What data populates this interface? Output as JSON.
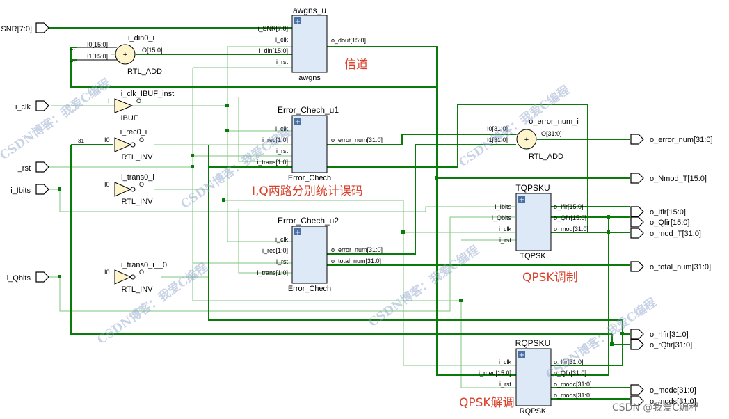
{
  "colors": {
    "wire": "#0a7a0a",
    "wire_thin": "#7cc47c",
    "block_fill": "#dde9f6",
    "annotation": "#d9412b"
  },
  "inputs": {
    "snr": "SNR[7:0]",
    "clk": "i_clk",
    "rst": "i_rst",
    "ibits": "i_Ibits",
    "qbits": "i_Qbits"
  },
  "outputs": {
    "error_num": "o_error_num[31:0]",
    "nmod": "o_Nmod_T[15:0]",
    "ifir": "o_Ifir[15:0]",
    "qfir": "o_Qfir[15:0]",
    "mod_t": "o_mod_T[31:0]",
    "total_num": "o_total_num[31:0]",
    "rifir": "o_rIfir[31:0]",
    "rqfir": "o_rQfir[31:0]",
    "modc": "o_modc[31:0]",
    "mods": "o_mods[31:0]"
  },
  "blocks": {
    "awgns": {
      "inst": "awgns_u",
      "type": "awgns",
      "pins_in": [
        "i_SNR[7:0]",
        "i_clk",
        "i_din[15:0]",
        "i_rst"
      ],
      "pins_out": [
        "o_dout[15:0]"
      ]
    },
    "err1": {
      "inst": "Error_Chech_u1",
      "type": "Error_Chech",
      "pins_in": [
        "i_clk",
        "i_rec[1:0]",
        "i_rst",
        "i_trans[1:0]"
      ],
      "pins_out": [
        "o_error_num[31:0]"
      ]
    },
    "err2": {
      "inst": "Error_Chech_u2",
      "type": "Error_Chech",
      "pins_in": [
        "i_clk",
        "i_rec[1:0]",
        "i_rst",
        "i_trans[1:0]"
      ],
      "pins_out": [
        "o_error_num[31:0]",
        "o_total_num[31:0]"
      ]
    },
    "tqpsk": {
      "inst": "TQPSKU",
      "type": "TQPSK",
      "pins_in": [
        "i_Ibits",
        "i_Qbits",
        "i_clk",
        "i_rst"
      ],
      "pins_out": [
        "o_Ifir[15:0]",
        "o_Qfir[15:0]",
        "o_mod[31:0]"
      ]
    },
    "rqpsk": {
      "inst": "RQPSKU",
      "type": "RQPSK",
      "pins_in": [
        "i_clk",
        "i_med[15:0]",
        "i_rst"
      ],
      "pins_out": [
        "o_Ifir[31:0]",
        "o_Qfir[31:0]",
        "o_modc[31:0]",
        "o_mods[31:0]"
      ]
    }
  },
  "gates": {
    "add0": {
      "inst": "i_din0_i",
      "type": "RTL_ADD",
      "in0": "I0[15:0]",
      "in1": "I1[15:0]",
      "out": "O[15:0]",
      "sym": "+"
    },
    "add1": {
      "inst": "o_error_num_i",
      "type": "RTL_ADD",
      "in0": "I0[31:0]",
      "in1": "I1[31:0]",
      "out": "O[31:0]",
      "sym": "+"
    },
    "ibuf": {
      "inst": "i_clk_IBUF_inst",
      "type": "IBUF",
      "in": "I",
      "out": "O"
    },
    "inv1": {
      "inst": "i_rec0_i",
      "type": "RTL_INV",
      "in": "I0",
      "out": "O"
    },
    "inv2": {
      "inst": "i_trans0_i",
      "type": "RTL_INV",
      "in": "I0",
      "out": "O"
    },
    "inv3": {
      "inst": "i_trans0_i__0",
      "type": "RTL_INV",
      "in": "I0",
      "out": "O"
    }
  },
  "misc": {
    "dots": "...",
    "const31": "31"
  },
  "annotations": {
    "channel": "信道",
    "iq_stats": "I,Q两路分别统计误码",
    "qpsk_mod": "QPSK调制",
    "qpsk_demod": "QPSK解调"
  },
  "watermarks": {
    "w1": "CSDN博客：我爱C编程",
    "w2": "CSDN博客：我爱C编程",
    "w3": "CSDN博客：我爱C编程",
    "w4": "CSDN博客：我爱C编程",
    "w5": "CSDN博客：我爱C编程",
    "w6": "CSDN博客：我爱C编程",
    "footer": "CSDN @我爱C编程"
  }
}
